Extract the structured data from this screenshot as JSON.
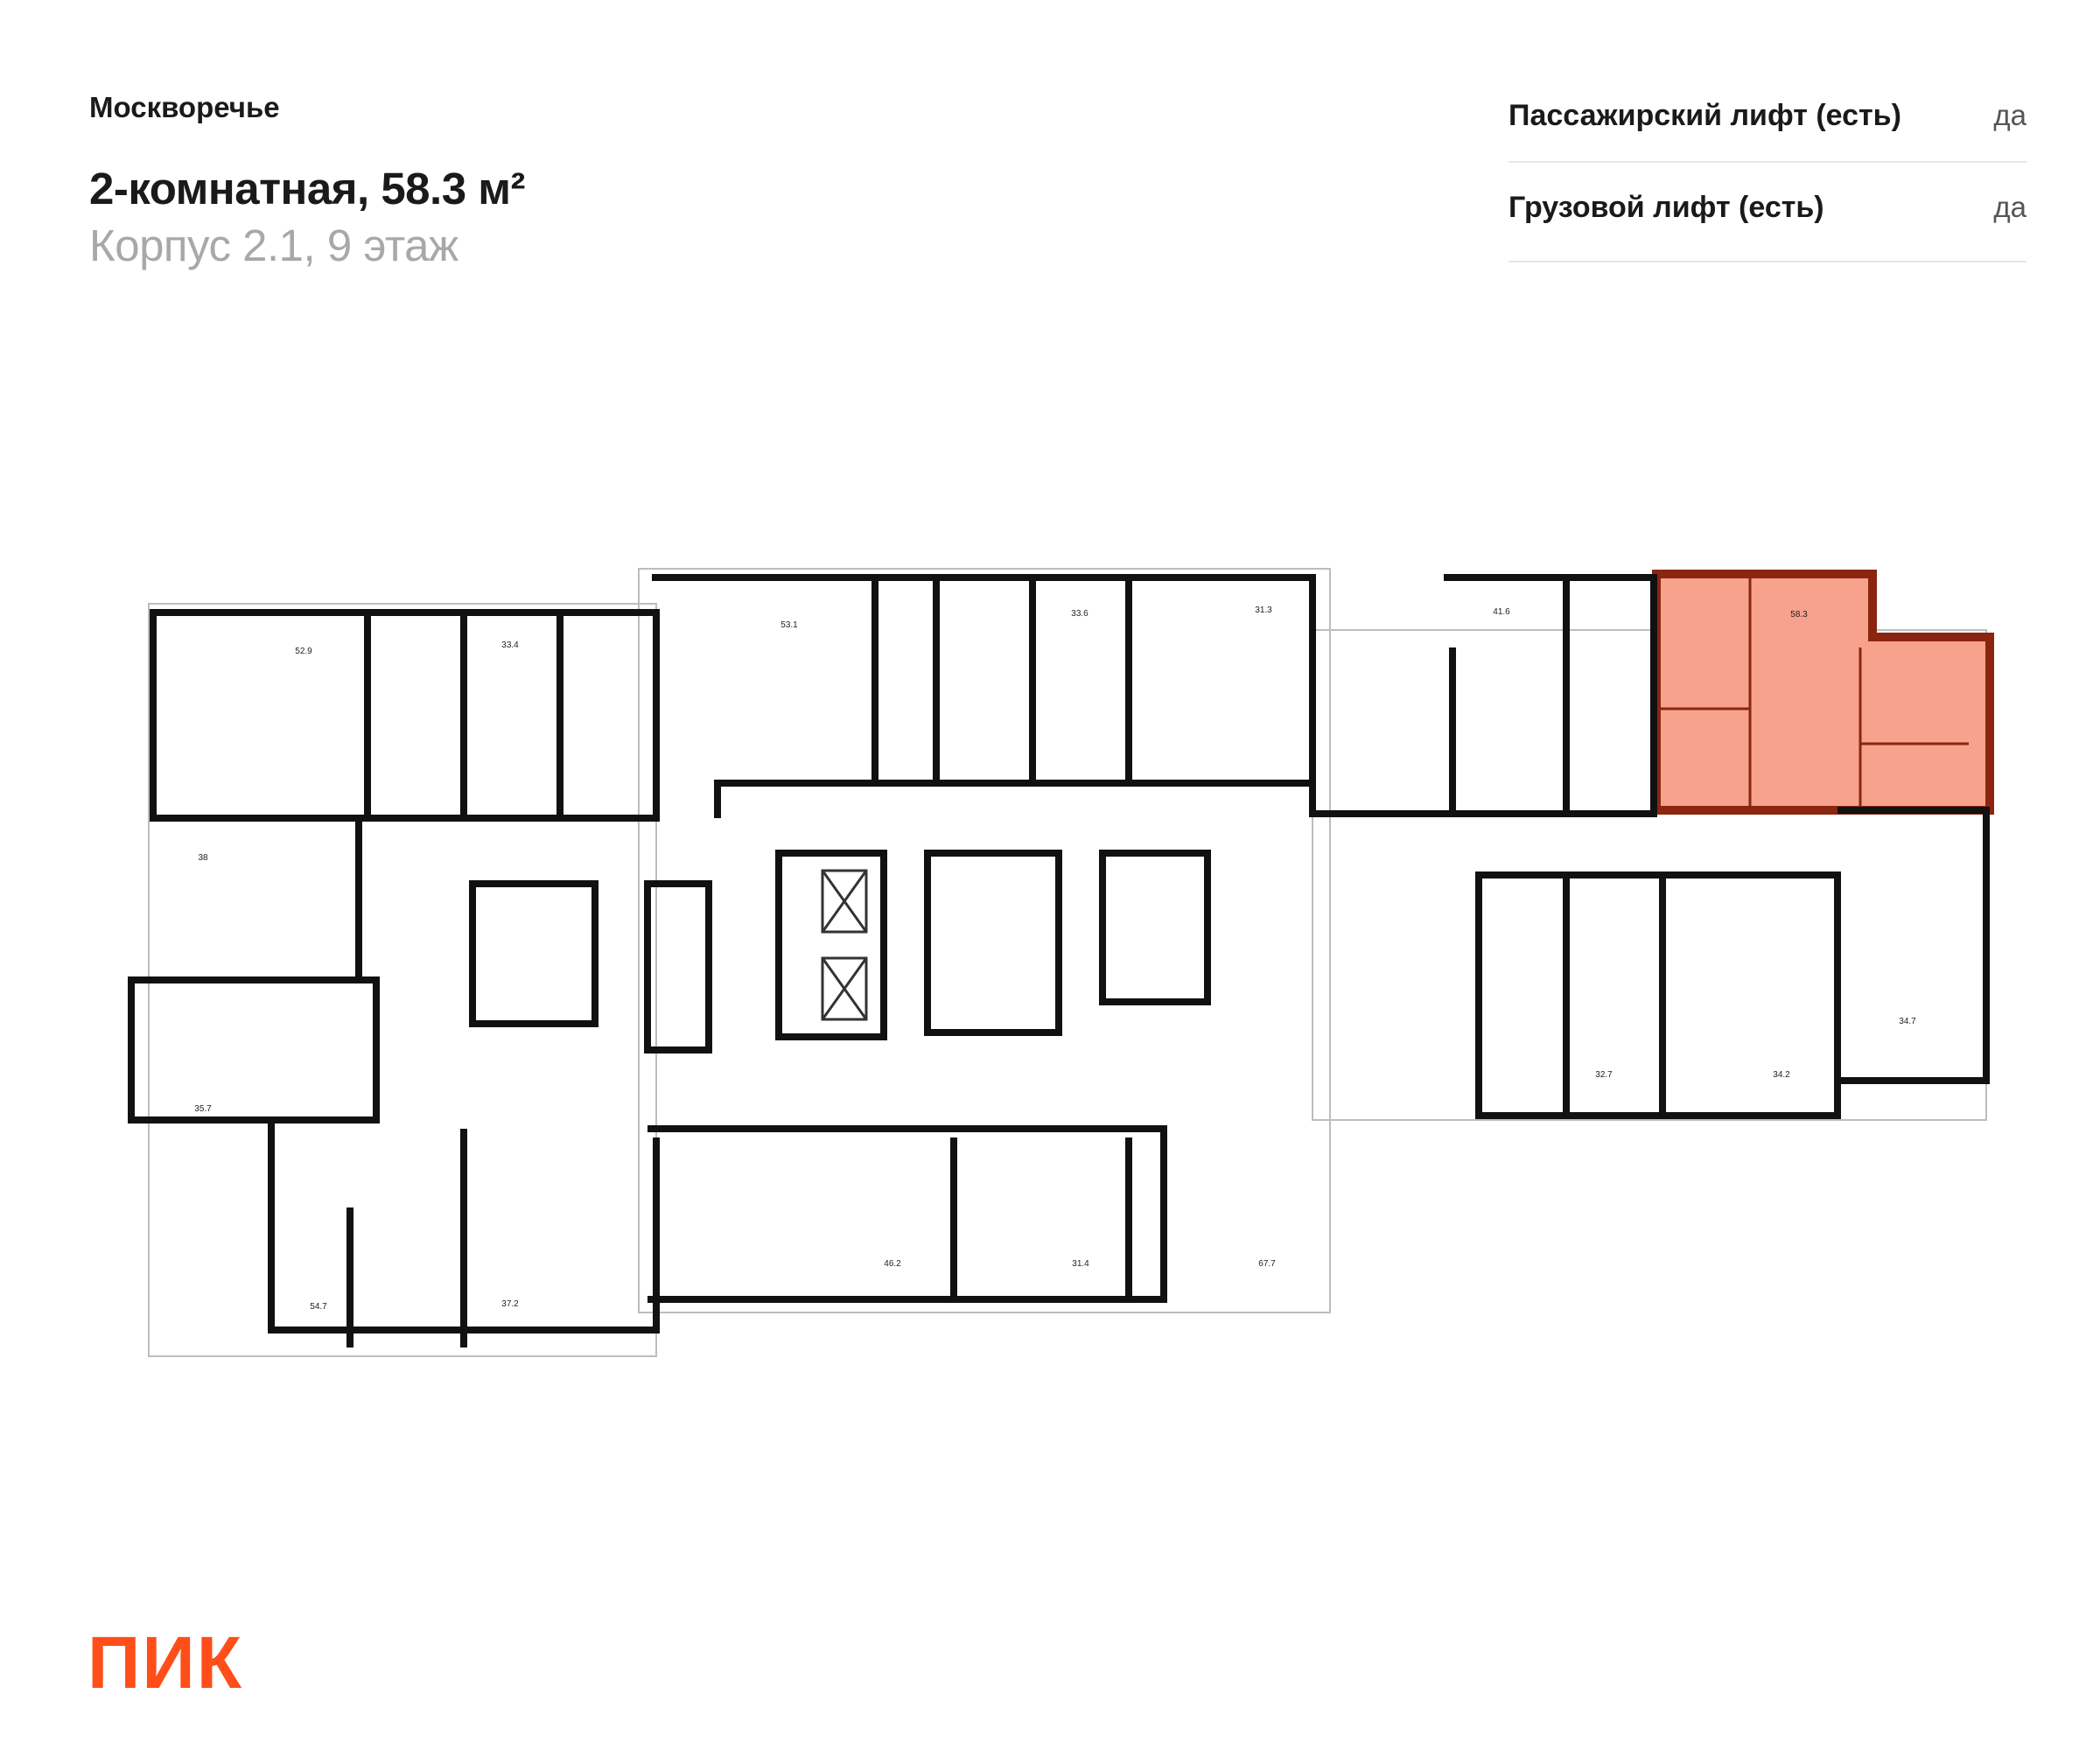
{
  "header": {
    "project": "Москворечье",
    "title": "2-комнатная, 58.3 м²",
    "subtitle": "Корпус 2.1, 9 этаж"
  },
  "features": [
    {
      "name": "Пассажирский лифт (есть)",
      "value": "да"
    },
    {
      "name": "Грузовой лифт (есть)",
      "value": "да"
    }
  ],
  "plan": {
    "highlight_color": "#f7a28c",
    "highlight_border": "#8a2610",
    "selected_area": "58.3",
    "areas": [
      "52.9",
      "33.4",
      "53.1",
      "33.6",
      "31.3",
      "41.6",
      "58.3",
      "38",
      "35.7",
      "54.7",
      "37.2",
      "46.2",
      "31.4",
      "67.7",
      "32.7",
      "34.2",
      "34.7"
    ]
  },
  "brand": {
    "logo": "ПИК",
    "color": "#ff4e1a"
  }
}
